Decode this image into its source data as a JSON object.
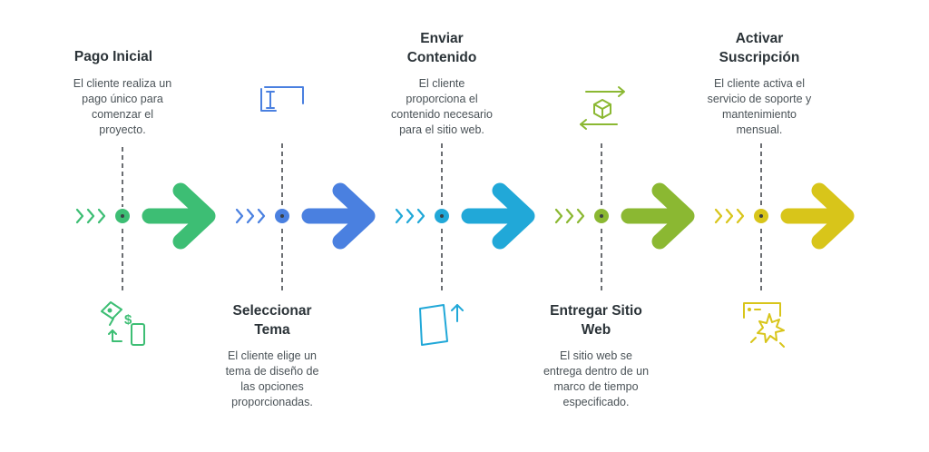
{
  "steps": [
    {
      "title": "Pago Inicial",
      "description": "El cliente realiza un\npago único para\ncomenzar el\nproyecto.",
      "color": "#3dbe74",
      "icon": "payment-exchange-icon"
    },
    {
      "title": "Seleccionar\nTema",
      "description": "El cliente elige un\ntema de diseño de\nlas opciones\nproporcionadas.",
      "color": "#4a80e0",
      "icon": "text-cursor-frame-icon"
    },
    {
      "title": "Enviar\nContenido",
      "description": "El cliente\nproporciona el\ncontenido necesario\npara el sitio web.",
      "color": "#21a8d8",
      "icon": "upload-box-icon"
    },
    {
      "title": "Entregar Sitio\nWeb",
      "description": "El sitio web se\nentrega dentro de un\nmarco de tiempo\nespecificado.",
      "color": "#8bb832",
      "icon": "package-transfer-icon"
    },
    {
      "title": "Activar\nSuscripción",
      "description": "El cliente activa el\nservicio de soporte y\nmantenimiento\nmensual.",
      "color": "#d8c51a",
      "icon": "activation-click-icon"
    }
  ]
}
